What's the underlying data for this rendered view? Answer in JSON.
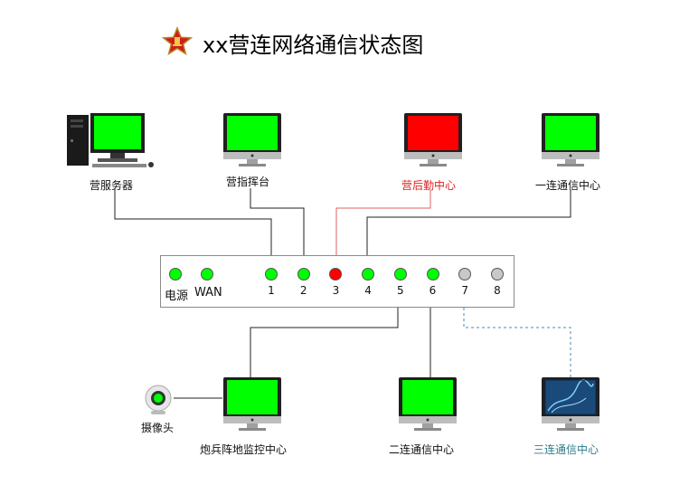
{
  "title": "xx营连网络通信状态图",
  "colors": {
    "online": "#00ff00",
    "fault": "#ff0000",
    "inactive": "#c8c8c8",
    "fault_link": "#e06060",
    "remote_link": "#4a8ab0",
    "remote_label": "#2e7a8a"
  },
  "nodes": [
    {
      "id": "server",
      "label": "营服务器",
      "icon": "desktop-tower-icon",
      "status": "online"
    },
    {
      "id": "command",
      "label": "营指挥台",
      "icon": "monitor-icon",
      "status": "online"
    },
    {
      "id": "logistics",
      "label": "营后勤中心",
      "icon": "monitor-icon",
      "status": "fault"
    },
    {
      "id": "company1",
      "label": "一连通信中心",
      "icon": "monitor-icon",
      "status": "online"
    },
    {
      "id": "artillery",
      "label": "炮兵阵地监控中心",
      "icon": "monitor-icon",
      "status": "online"
    },
    {
      "id": "company2",
      "label": "二连通信中心",
      "icon": "monitor-icon",
      "status": "online"
    },
    {
      "id": "company3",
      "label": "三连通信中心",
      "icon": "monitor-icon",
      "status": "remote"
    },
    {
      "id": "camera",
      "label": "摄像头",
      "icon": "webcam-icon",
      "status": "device"
    }
  ],
  "switch": {
    "power_label": "电源",
    "wan_label": "WAN",
    "power_status": "online",
    "wan_status": "online",
    "ports": [
      {
        "num": "1",
        "status": "online"
      },
      {
        "num": "2",
        "status": "online"
      },
      {
        "num": "3",
        "status": "fault"
      },
      {
        "num": "4",
        "status": "online"
      },
      {
        "num": "5",
        "status": "online"
      },
      {
        "num": "6",
        "status": "online"
      },
      {
        "num": "7",
        "status": "inactive"
      },
      {
        "num": "8",
        "status": "inactive"
      }
    ]
  }
}
